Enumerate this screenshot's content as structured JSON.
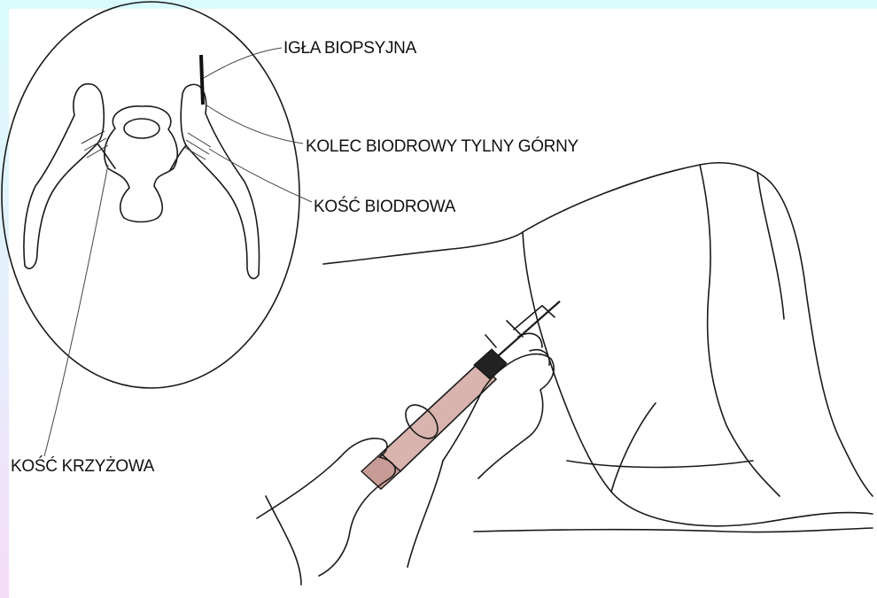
{
  "labels": {
    "needle": "IGŁA BIOPSYJNA",
    "spine": "KOLEC BIODROWY TYLNY GÓRNY",
    "ilium": "KOŚĆ BIODROWA",
    "sacrum": "KOŚĆ KRZYŻOWA"
  },
  "colors": {
    "background_top": "#d9fbfb",
    "background_bottom": "#f5dcf7",
    "panel": "#ffffff",
    "ink": "#1a1a1a",
    "syringe_barrel": "#d9b3ad"
  }
}
